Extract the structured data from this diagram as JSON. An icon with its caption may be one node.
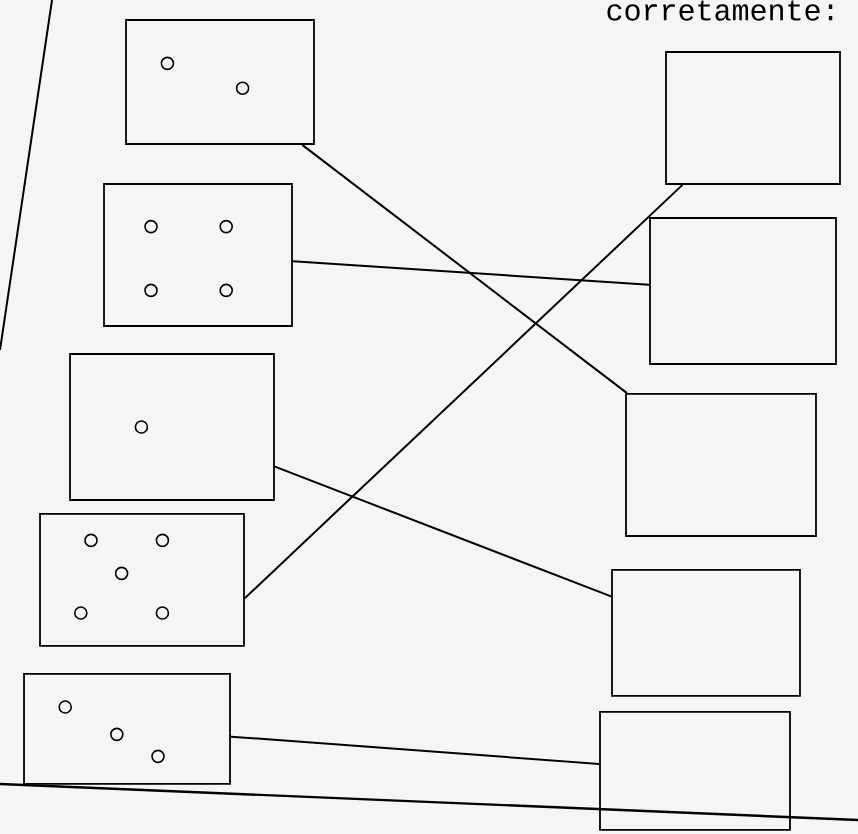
{
  "diagram": {
    "nodes": [
      {
        "text": [],
        "shape": "box"
      },
      {
        "text": [],
        "shape": "box"
      },
      {
        "text": [],
        "shape": "box"
      },
      {
        "text": [],
        "shape": "box"
      },
      {
        "text": [],
        "shape": "box"
      },
      {
        "text": [],
        "shape": "box"
      },
      {
        "text": [],
        "shape": "box"
      },
      {
        "text": [],
        "shape": "box"
      },
      {
        "text": [],
        "shape": "box"
      },
      {
        "text": [],
        "shape": "box"
      }
    ],
    "edges": [
      {
        "from": 0,
        "to": 7,
        "arrow": "none"
      },
      {
        "from": 1,
        "to": 6,
        "arrow": "none"
      },
      {
        "from": 2,
        "to": 8,
        "arrow": "none"
      },
      {
        "from": 3,
        "to": 5,
        "arrow": "none"
      },
      {
        "from": 4,
        "to": 9,
        "arrow": "none"
      }
    ],
    "labels": [
      "corretamente:"
    ]
  }
}
